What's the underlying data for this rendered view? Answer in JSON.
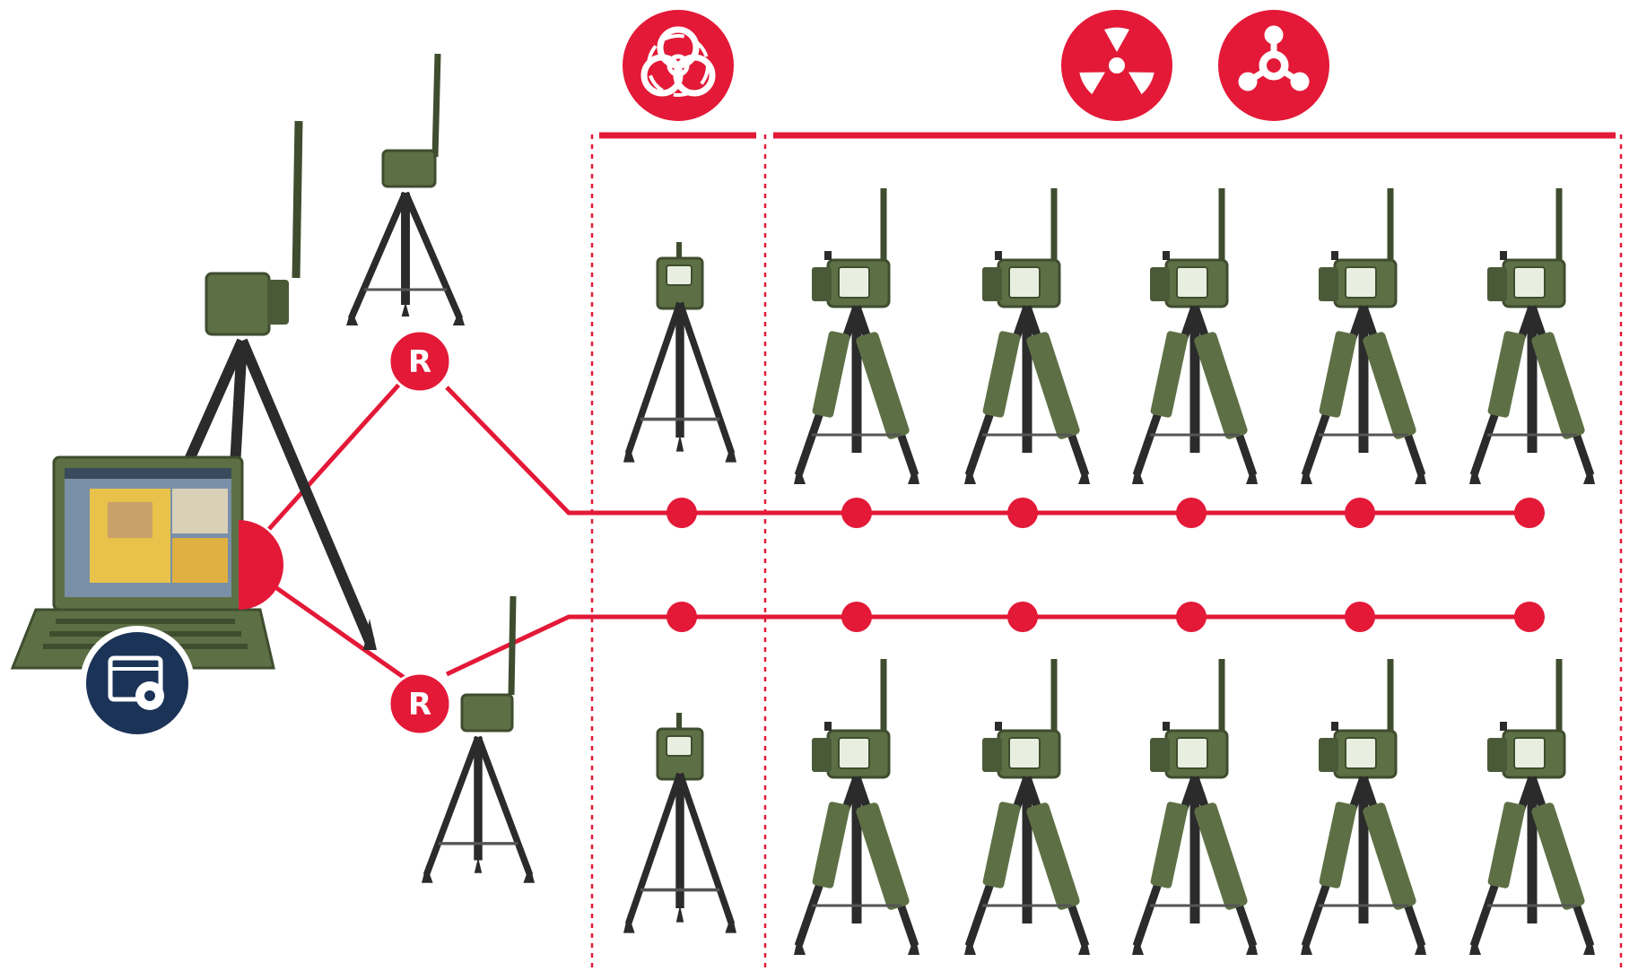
{
  "diagram": {
    "colors": {
      "accent": "#e31937",
      "navy": "#1b3357",
      "olive": "#5d7045",
      "olive_dark": "#3f4d2f",
      "tripod": "#2b2b2b",
      "white": "#ffffff"
    },
    "hazard_icons": [
      {
        "name": "biohazard-icon",
        "group": "biological"
      },
      {
        "name": "radiation-icon",
        "group": "radiological-chemical"
      },
      {
        "name": "chemical-icon",
        "group": "radiological-chemical"
      }
    ],
    "relays": [
      {
        "label": "R",
        "position": "upper"
      },
      {
        "label": "R",
        "position": "lower"
      }
    ],
    "networks": [
      {
        "name": "upper-sensor-chain",
        "nodes": 6
      },
      {
        "name": "lower-sensor-chain",
        "nodes": 6
      }
    ],
    "devices": {
      "command_station": "laptop-with-antenna-tripod",
      "software_badge": "app-settings-icon",
      "bio_detectors": 2,
      "chem_rad_detectors": 10
    }
  }
}
